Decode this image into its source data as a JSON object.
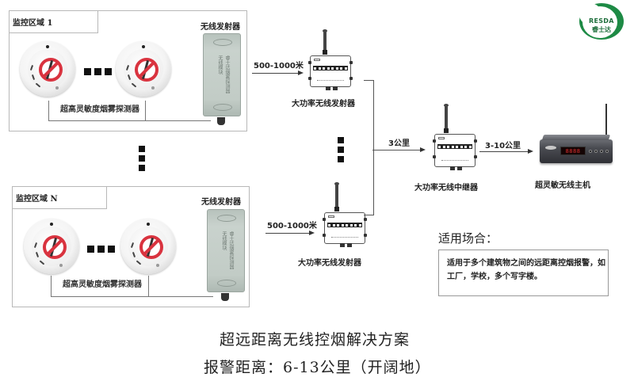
{
  "brand": {
    "logo_en": "RESDA",
    "logo_cn": "睿士达",
    "color": "#1d8a45"
  },
  "zones": [
    {
      "label": "监控区域 1",
      "transmitter_label": "无线发射器",
      "detector_caption": "超高灵敏度烟雾探测器",
      "module_text": "睿士达烟雾探测器 无线模块"
    },
    {
      "label": "监控区域 N",
      "transmitter_label": "无线发射器",
      "detector_caption": "超高灵敏度烟雾探测器",
      "module_text": "睿士达烟雾探测器 无线模块"
    }
  ],
  "links": {
    "zone_to_high_power_1": "500-1000米",
    "zone_to_high_power_n": "500-1000米",
    "to_repeater": "3公里",
    "repeater_to_host": "3-10公里"
  },
  "devices": {
    "high_power_tx_1": "大功率无线发射器",
    "high_power_tx_n": "大功率无线发射器",
    "repeater": "大功率无线中继器",
    "host": "超灵敏无线主机",
    "host_display": "8888"
  },
  "usage": {
    "title": "适用场合：",
    "text": "适用于多个建筑物之间的远距离控烟报警，如工厂，学校，多个写字楼。"
  },
  "footer": {
    "title": "超远距离无线控烟解决方案",
    "subtitle": "报警距离：6-13公里（开阔地）"
  }
}
